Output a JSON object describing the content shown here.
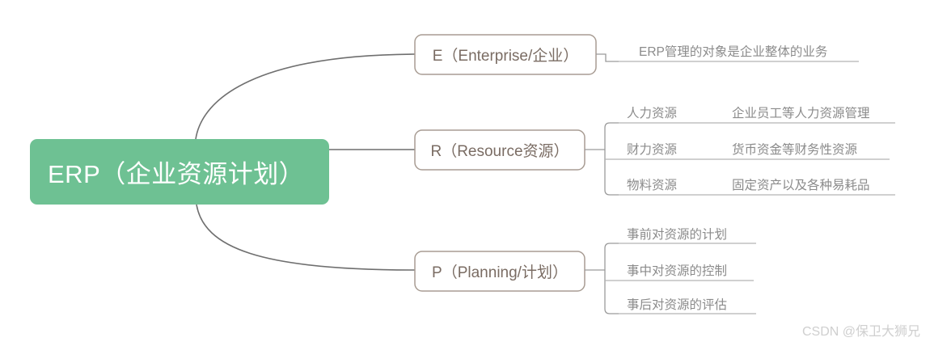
{
  "diagram": {
    "type": "mind-map",
    "root": {
      "label": "ERP（企业资源计划）",
      "color": "#6ec193",
      "text_color": "#ffffff"
    },
    "branches": [
      {
        "key": "e",
        "label": "E（Enterprise/企业）",
        "leaves": [
          {
            "label": "ERP管理的对象是企业整体的业务",
            "desc": ""
          }
        ]
      },
      {
        "key": "r",
        "label": "R（Resource资源）",
        "leaves": [
          {
            "label": "人力资源",
            "desc": "企业员工等人力资源管理"
          },
          {
            "label": "财力资源",
            "desc": "货币资金等财务性资源"
          },
          {
            "label": "物料资源",
            "desc": "固定资产以及各种易耗品"
          }
        ]
      },
      {
        "key": "p",
        "label": "P（Planning/计划）",
        "leaves": [
          {
            "label": "事前对资源的计划",
            "desc": ""
          },
          {
            "label": "事中对资源的控制",
            "desc": ""
          },
          {
            "label": "事后对资源的评估",
            "desc": ""
          }
        ]
      }
    ],
    "colors": {
      "root_fill": "#6ec193",
      "node_border": "#a89c93",
      "node_text": "#7a6c63",
      "connector": "#6f6f6f",
      "leaf_text": "#8b8b8b",
      "leaf_rule": "#b4b4b4",
      "watermark": "#cfcfcf"
    },
    "watermark": "CSDN @保卫大狮兄"
  }
}
